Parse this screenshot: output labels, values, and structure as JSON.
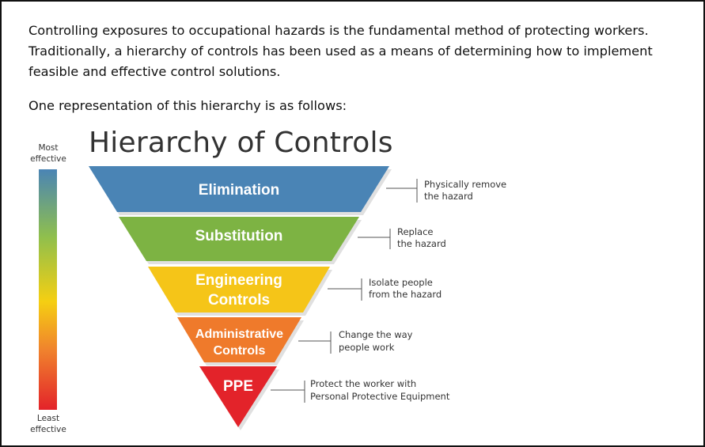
{
  "intro": {
    "paragraph1": "Controlling exposures to occupational hazards is the fundamental method of protecting workers. Traditionally, a hierarchy of controls has been used as a means of determining how to implement feasible and effective control solutions.",
    "paragraph2": "One representation of this hierarchy is as follows:"
  },
  "diagram": {
    "title": "Hierarchy of Controls",
    "scale": {
      "top_label": [
        "Most",
        "effective"
      ],
      "bottom_label": [
        "Least",
        "effective"
      ]
    },
    "tiers": [
      {
        "label": [
          "Elimination"
        ],
        "description": [
          "Physically remove",
          "the hazard"
        ],
        "color": "#4a84b5"
      },
      {
        "label": [
          "Substitution"
        ],
        "description": [
          "Replace",
          "the hazard"
        ],
        "color": "#7db343"
      },
      {
        "label": [
          "Engineering",
          "Controls"
        ],
        "description": [
          "Isolate people",
          "from the hazard"
        ],
        "color": "#f5c518"
      },
      {
        "label": [
          "Administrative",
          "Controls"
        ],
        "description": [
          "Change the way",
          "people work"
        ],
        "color": "#ef7a2b"
      },
      {
        "label": [
          "PPE"
        ],
        "description": [
          "Protect the worker with",
          "Personal Protective Equipment"
        ],
        "color": "#e3232a"
      }
    ]
  }
}
